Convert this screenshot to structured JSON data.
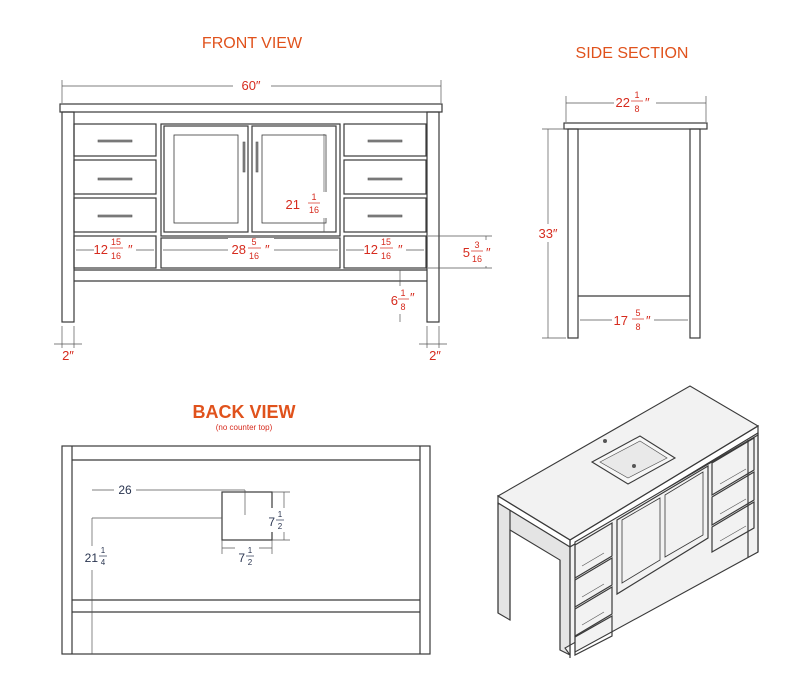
{
  "front": {
    "title": "FRONT VIEW",
    "width": "60″",
    "door_height_whole": "21",
    "door_height_num": "1",
    "door_height_den": "16",
    "left_drawer_whole": "12",
    "left_drawer_num": "15",
    "left_drawer_den": "16",
    "center_drawer_whole": "28",
    "center_drawer_num": "5",
    "center_drawer_den": "16",
    "right_drawer_whole": "12",
    "right_drawer_num": "15",
    "right_drawer_den": "16",
    "drawer_height_whole": "5",
    "drawer_height_num": "3",
    "drawer_height_den": "16",
    "toe_whole": "6",
    "toe_num": "1",
    "toe_den": "8",
    "leg_left": "2″",
    "leg_right": "2″"
  },
  "side": {
    "title": "SIDE SECTION",
    "depth_whole": "22",
    "depth_num": "1",
    "depth_den": "8",
    "height": "33″",
    "inner_whole": "17",
    "inner_num": "5",
    "inner_den": "8"
  },
  "back": {
    "title": "BACK VIEW",
    "subtitle": "(no counter top)",
    "offset_x": "26",
    "opening_h_whole": "7",
    "opening_h_num": "1",
    "opening_h_den": "2",
    "opening_w_whole": "7",
    "opening_w_num": "1",
    "opening_w_den": "2",
    "offset_y_whole": "21",
    "offset_y_num": "1",
    "offset_y_den": "4"
  }
}
